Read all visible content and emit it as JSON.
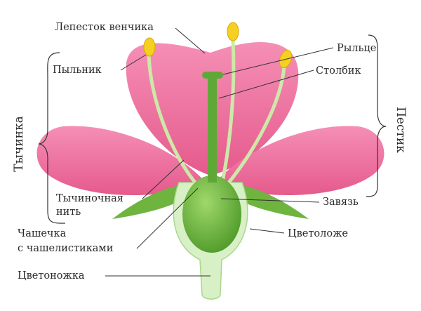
{
  "labels": {
    "petal": "Лепесток венчика",
    "anther": "Пыльник",
    "stigma": "Рыльце",
    "style": "Столбик",
    "stamen": "Тычинка",
    "pistil": "Пестик",
    "filament_1": "Тычиночная",
    "filament_2": "нить",
    "ovary": "Завязь",
    "calyx_1": "Чашечка",
    "calyx_2": "с чашелистиками",
    "receptacle": "Цветоложе",
    "pedicel": "Цветоножка"
  },
  "colors": {
    "petal": "#ee6f9c",
    "petal_light": "#f7a7c4",
    "green": "#6fb43f",
    "light_green": "#d8f0c6",
    "anther": "#f5d020"
  }
}
